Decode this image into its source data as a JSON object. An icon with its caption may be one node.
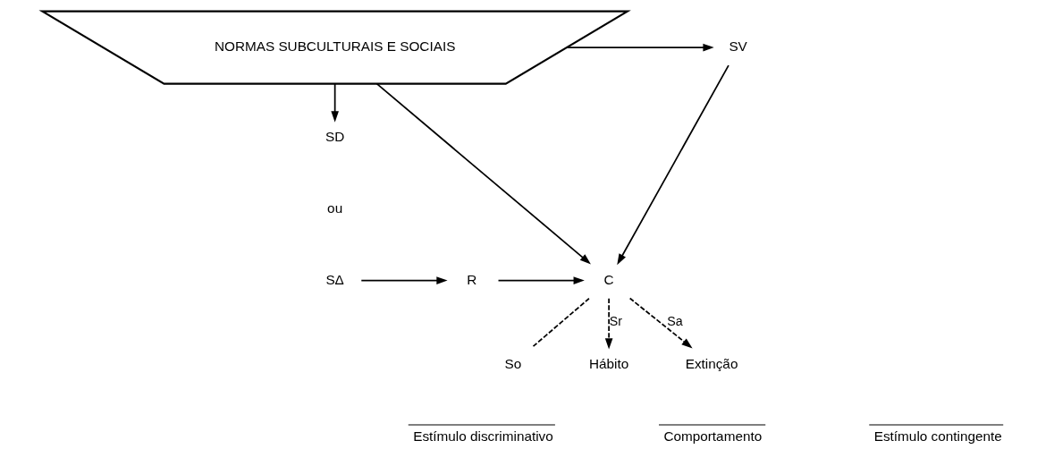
{
  "diagram": {
    "nodes": [
      {
        "text": [
          "NORMAS SUBCULTURAIS E SOCIAIS"
        ]
      },
      {
        "text": [
          "SV"
        ]
      },
      {
        "text": [
          "SD"
        ]
      },
      {
        "text": [
          "SΔ"
        ]
      },
      {
        "text": [
          "R"
        ]
      },
      {
        "text": [
          "C"
        ]
      },
      {
        "text": [
          "So"
        ]
      },
      {
        "text": [
          "Hábito"
        ]
      },
      {
        "text": [
          "Extinção"
        ]
      }
    ],
    "edges": [
      {
        "from": 0,
        "to": 2,
        "arrow": "to"
      },
      {
        "from": 0,
        "to": 1,
        "arrow": "to"
      },
      {
        "from": 0,
        "to": 5,
        "arrow": "to"
      },
      {
        "from": 1,
        "to": 5,
        "arrow": "to"
      },
      {
        "from": 3,
        "to": 4,
        "arrow": "to"
      },
      {
        "from": 4,
        "to": 5,
        "arrow": "to"
      },
      {
        "from": 5,
        "to": 7,
        "arrow": "to",
        "label": "Sr",
        "style": "dashed"
      },
      {
        "from": 5,
        "to": 6,
        "arrow": "none",
        "style": "dashed"
      },
      {
        "from": 5,
        "to": 8,
        "arrow": "to",
        "label": "Sa",
        "style": "dashed"
      }
    ],
    "labels": [
      "ou",
      "Estímulo discriminativo",
      "Comportamento",
      "Estímulo contingente"
    ]
  }
}
